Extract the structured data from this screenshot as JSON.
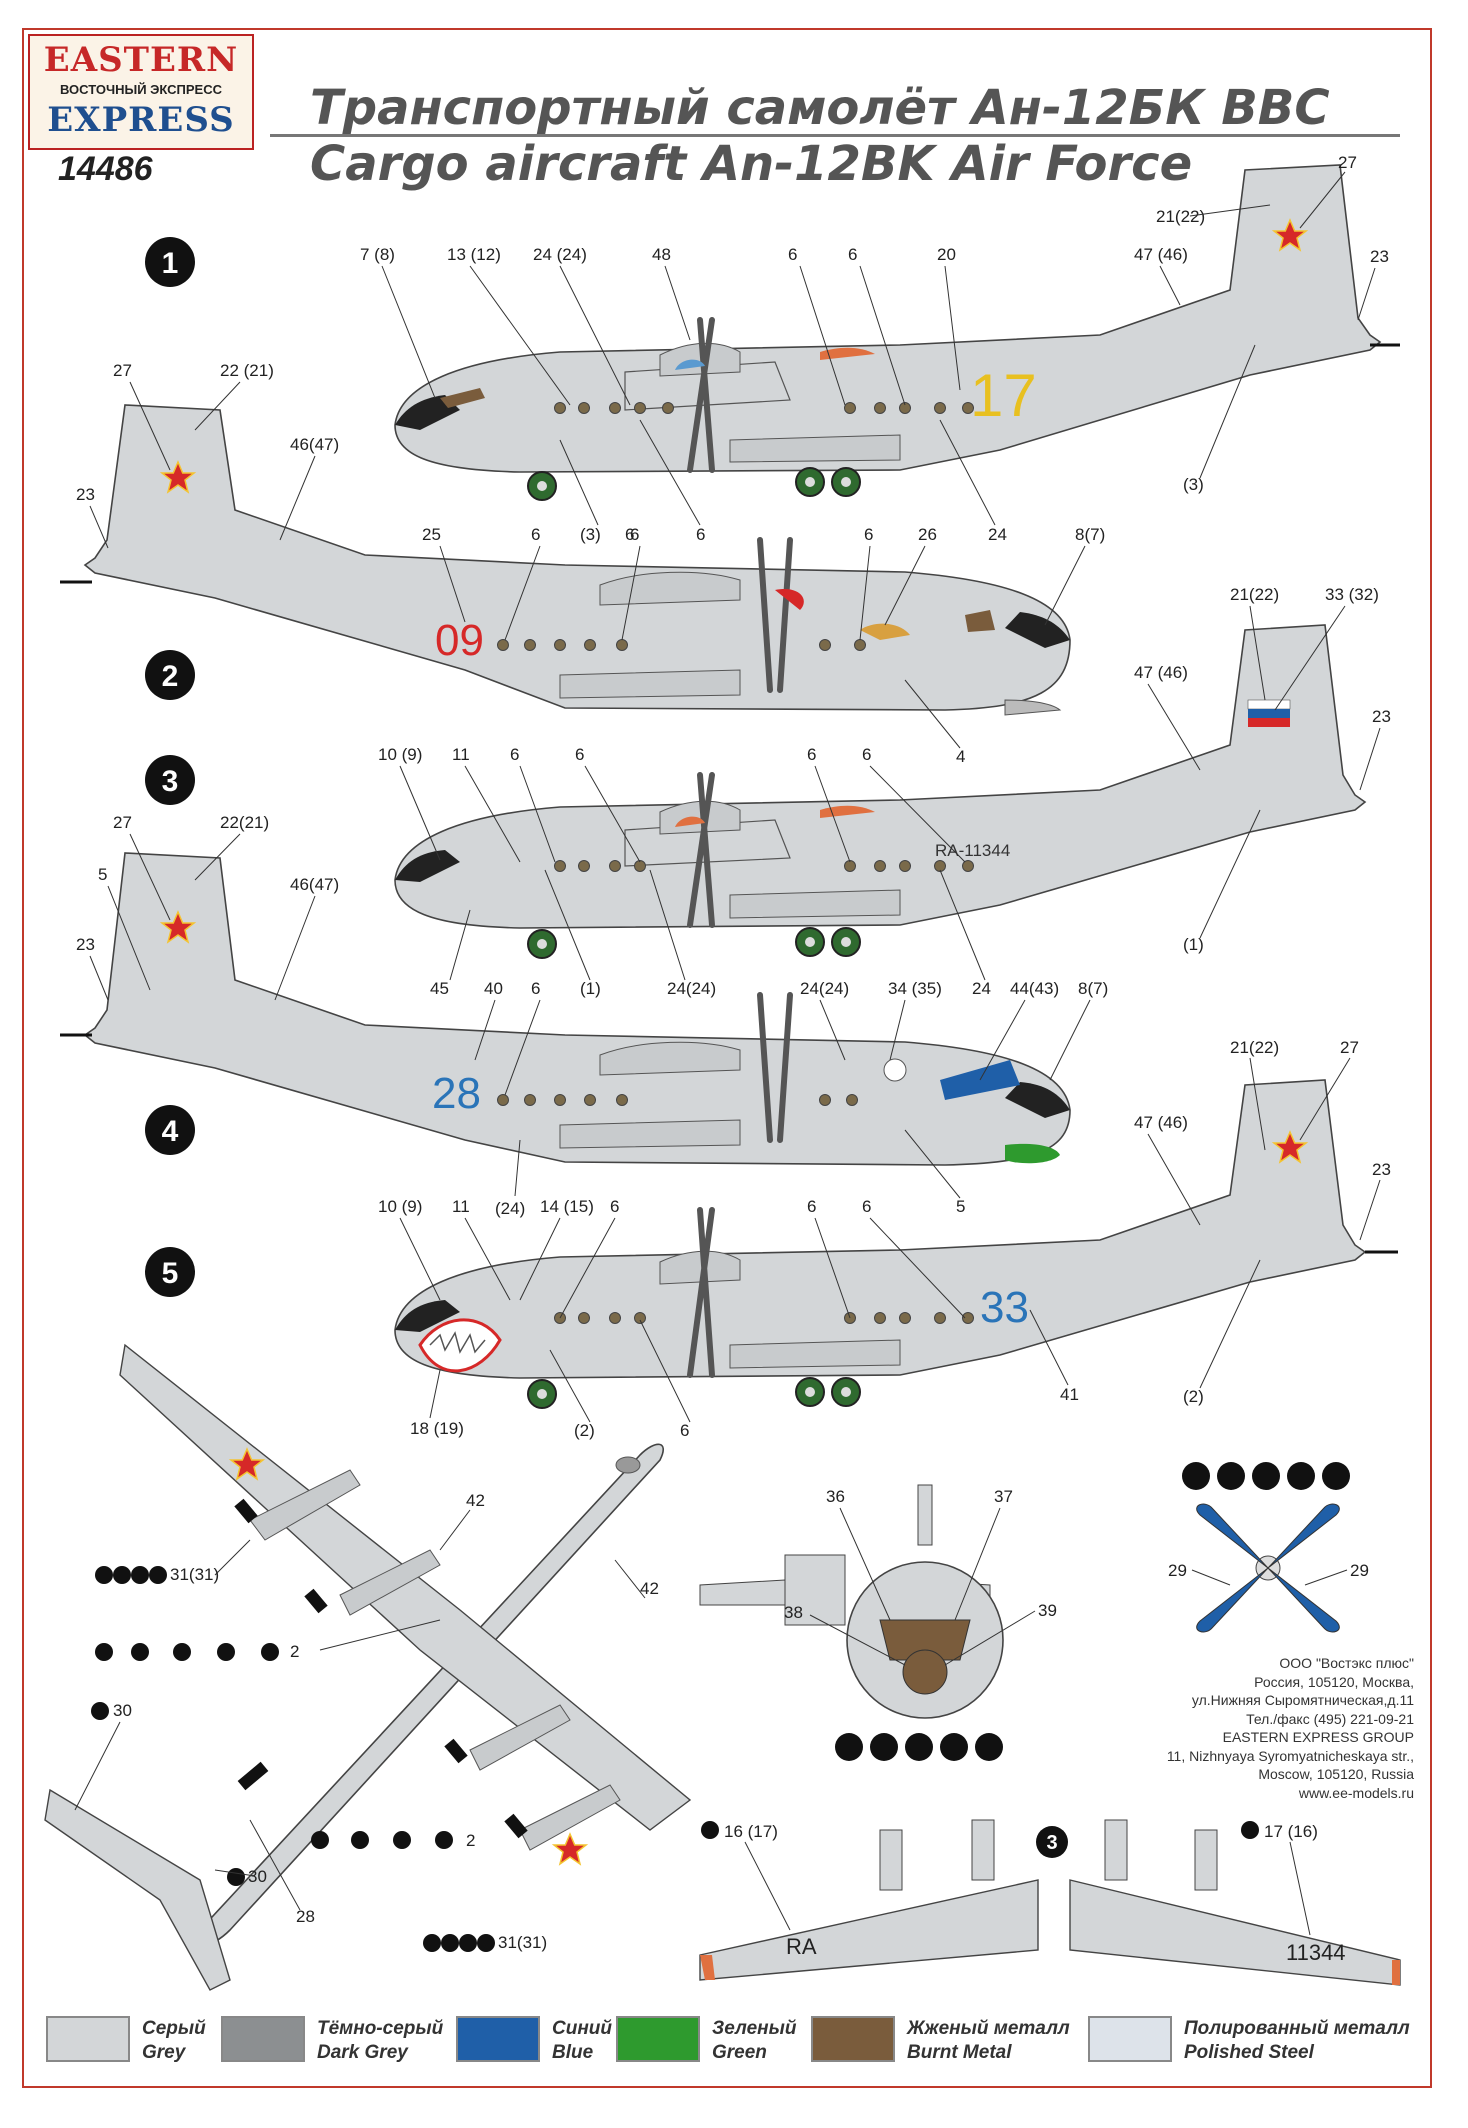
{
  "brand": {
    "line1": "EASTERN",
    "line2": "ВОСТОЧНЫЙ ЭКСПРЕСС",
    "line3": "EXPRESS"
  },
  "kit_number": "14486",
  "title_ru": "Транспортный самолёт Ан-12БК ВВС",
  "title_en": "Cargo aircraft An-12BK Air Force",
  "schemes": [
    "1",
    "2",
    "3",
    "4",
    "5"
  ],
  "scheme1": {
    "labels": [
      "7 (8)",
      "13 (12)",
      "24 (24)",
      "48",
      "6",
      "6",
      "20",
      "47 (46)",
      "21(22)",
      "27",
      "23",
      "(3)",
      "(3)",
      "6",
      "6",
      "24"
    ],
    "tail_number": "17"
  },
  "scheme2": {
    "labels": [
      "27",
      "22 (21)",
      "46(47)",
      "23",
      "25",
      "6",
      "6",
      "6",
      "26",
      "8(7)",
      "4"
    ],
    "tail_number": "09"
  },
  "scheme3": {
    "labels": [
      "10 (9)",
      "11",
      "6",
      "6",
      "6",
      "6",
      "47 (46)",
      "21(22)",
      "33 (32)",
      "23",
      "(1)",
      "(1)",
      "24(24)",
      "24",
      "45"
    ],
    "registration": "RA-11344"
  },
  "scheme4": {
    "labels": [
      "27",
      "22(21)",
      "5",
      "46(47)",
      "23",
      "40",
      "6",
      "24(24)",
      "34 (35)",
      "44(43)",
      "8(7)",
      "(24)",
      "5"
    ],
    "tail_number": "28"
  },
  "scheme5": {
    "labels": [
      "10 (9)",
      "11",
      "14 (15)",
      "6",
      "6",
      "6",
      "47 (46)",
      "21(22)",
      "27",
      "23",
      "41",
      "(2)",
      "(2)",
      "6",
      "18 (19)"
    ],
    "tail_number": "33"
  },
  "plan_view": {
    "labels": [
      "42",
      "42",
      "31(31)",
      "2",
      "30",
      "30",
      "28",
      "2",
      "31(31)"
    ]
  },
  "front_view": {
    "labels": [
      "36",
      "37",
      "38",
      "39"
    ]
  },
  "prop": {
    "labels": [
      "29",
      "29"
    ]
  },
  "wing_view": {
    "labels": [
      "16 (17)",
      "17 (16)"
    ],
    "left_text": "RA",
    "right_text": "11344",
    "scheme": "3"
  },
  "address": [
    "ООО \"Востэкс плюс\"",
    "Россия, 105120, Москва,",
    "ул.Нижняя Сыромятническая,д.11",
    "Тел./факс (495) 221-09-21",
    "EASTERN EXPRESS GROUP",
    "11, Nizhnyaya Syromyatnicheskaya str.,",
    "Moscow, 105120, Russia",
    "www.ee-models.ru"
  ],
  "colors": [
    {
      "ru": "Серый",
      "en": "Grey",
      "hex": "#d3d6d8"
    },
    {
      "ru": "Тёмно-серый",
      "en": "Dark Grey",
      "hex": "#8c8f91"
    },
    {
      "ru": "Синий",
      "en": "Blue",
      "hex": "#1f5fa8"
    },
    {
      "ru": "Зеленый",
      "en": "Green",
      "hex": "#2e9a2e"
    },
    {
      "ru": "Жженый металл",
      "en": "Burnt Metal",
      "hex": "#7a5c3c"
    },
    {
      "ru": "Полированный металл",
      "en": "Polished Steel",
      "hex": "#dde3ea"
    }
  ]
}
